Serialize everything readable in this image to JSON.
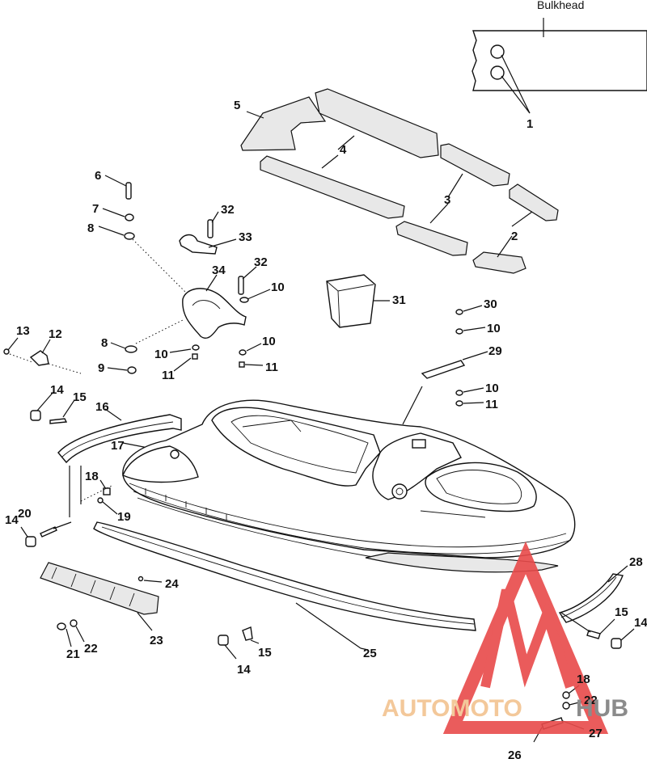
{
  "diagram": {
    "header_label": "Bulkhead",
    "callouts": [
      "1",
      "2",
      "3",
      "4",
      "5",
      "6",
      "7",
      "8",
      "8",
      "9",
      "10",
      "10",
      "10",
      "10",
      "10",
      "11",
      "11",
      "11",
      "12",
      "13",
      "14",
      "14",
      "14",
      "14",
      "15",
      "15",
      "15",
      "16",
      "17",
      "18",
      "18",
      "19",
      "20",
      "21",
      "22",
      "22",
      "23",
      "24",
      "25",
      "26",
      "27",
      "28",
      "29",
      "30",
      "31",
      "32",
      "32",
      "33",
      "34"
    ]
  },
  "watermark": {
    "brand_left": "AUTOMOTO",
    "brand_right": "HUB",
    "colors": {
      "triangle": "#e84a4a",
      "left": "#f3c89a",
      "right": "#8b8b8b"
    }
  }
}
